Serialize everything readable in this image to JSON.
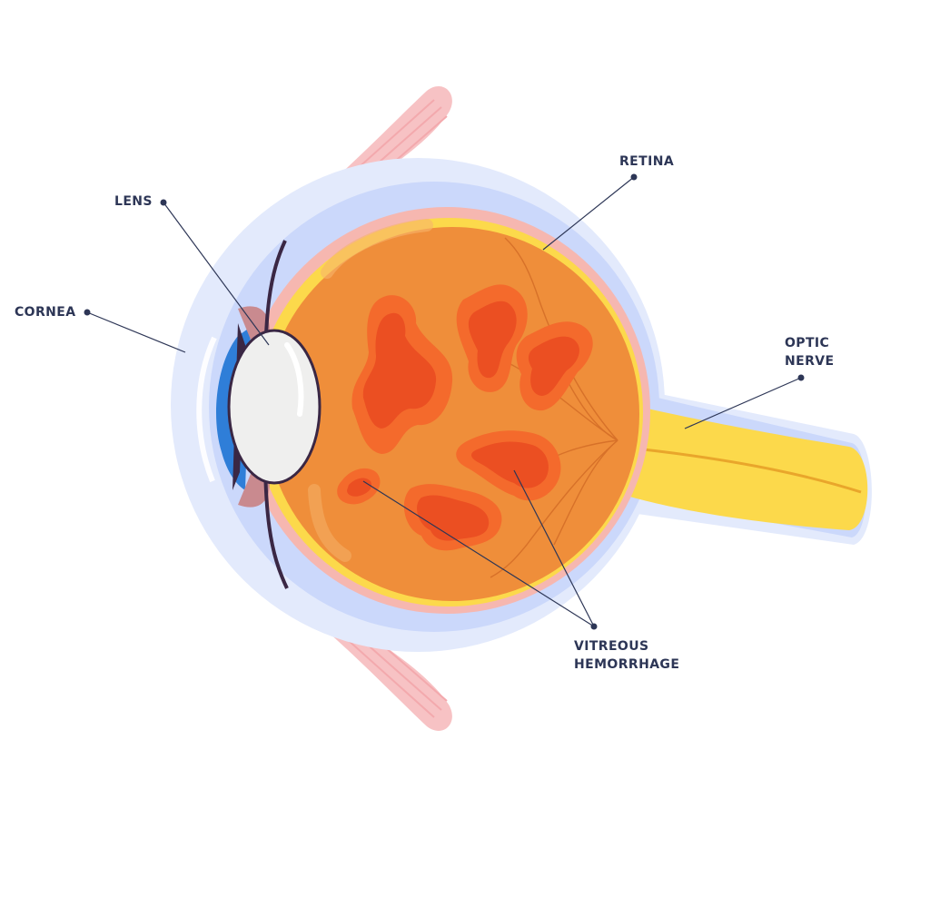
{
  "colors": {
    "label_text": "#2d3656",
    "leader_line": "#2d3656",
    "outer_halo": "#e3eafc",
    "sclera_band": "#cbd8fb",
    "choroid_pink": "#f6b7b0",
    "retina_yellow": "#fcd94b",
    "vitreous_orange": "#ef8e3a",
    "hemorrhage_outer": "#f46a2c",
    "hemorrhage_inner": "#eb4f22",
    "cornea_blue": "#2f7ed8",
    "lens_white": "#efefee",
    "optic_nerve_yellow": "#fcd94b",
    "muscle_pink": "#f7c2c4"
  },
  "labels": {
    "lens": "LENS",
    "cornea": "CORNEA",
    "retina": "RETINA",
    "optic_nerve": [
      "OPTIC",
      "NERVE"
    ],
    "vitreous_hemorrhage": [
      "VITREOUS",
      "HEMORRHAGE"
    ]
  }
}
